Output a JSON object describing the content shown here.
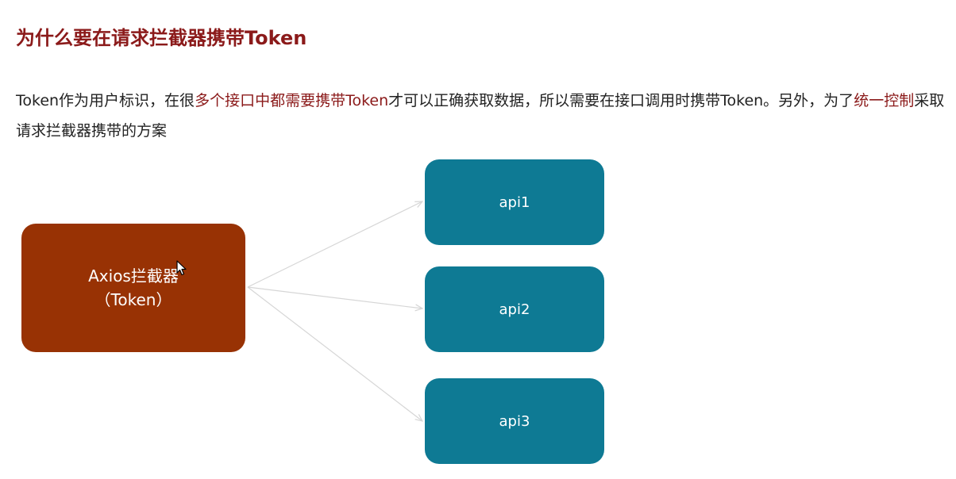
{
  "title": "为什么要在请求拦截器携带Token",
  "paragraph": {
    "s1": "Token作为用户标识，在很",
    "h1": "多个接口中都需要携带Token",
    "s2": "才可以正确获取数据，所以需要在接口调用时携带Token。另外，为了",
    "h2": "统一控制",
    "s3": "采取请求拦截器携带的方案"
  },
  "diagram": {
    "source": {
      "line1": "Axios拦截器",
      "line2": "（Token）"
    },
    "targets": [
      "api1",
      "api2",
      "api3"
    ]
  },
  "colors": {
    "title": "#8b1a1a",
    "highlight": "#8b1a1a",
    "source_box": "#983204",
    "api_box": "#0e7a94",
    "arrow": "#d6d6d6"
  },
  "icons": {
    "cursor": "mouse-pointer-icon"
  }
}
